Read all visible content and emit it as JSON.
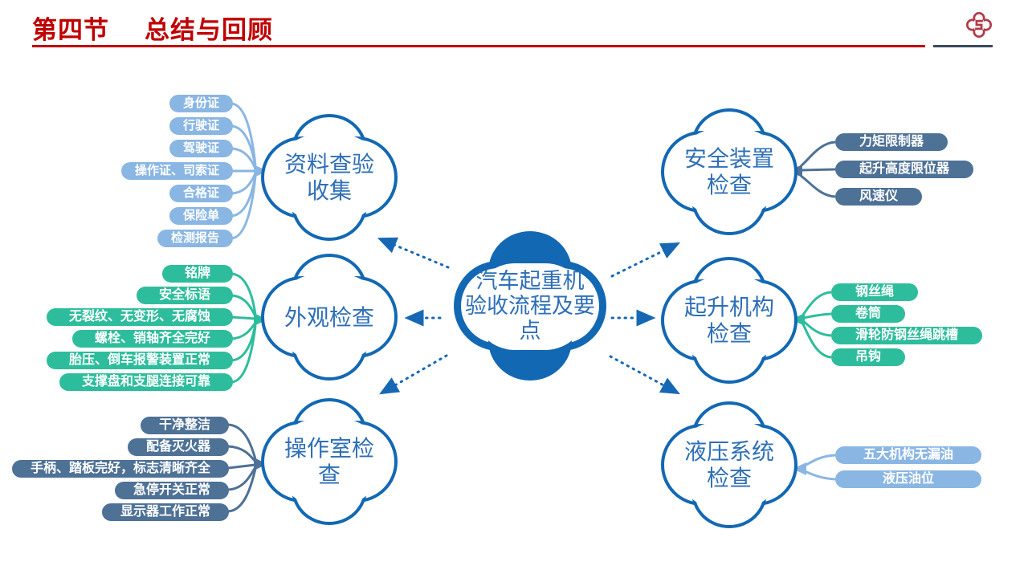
{
  "slide": {
    "section_label": "第四节",
    "title": "总结与回顾"
  },
  "logo": {
    "name": "four-petal-clover-logo"
  },
  "center_node": {
    "text": "汽车起重机验收流程及要点",
    "lines": [
      "汽车起重机",
      "验收流程及要",
      "点"
    ]
  },
  "branches": [
    {
      "label": "资料查验收集",
      "label_lines": [
        "资料查验",
        "收集"
      ],
      "items": [
        "身份证",
        "行驶证",
        "驾驶证",
        "操作证、司索证",
        "合格证",
        "保险单",
        "检测报告"
      ],
      "pill_color": "#8AB6E3"
    },
    {
      "label": "外观检查",
      "label_lines": [
        "外观检查"
      ],
      "items": [
        "铭牌",
        "安全标语",
        "无裂纹、无变形、无腐蚀",
        "螺栓、销轴齐全完好",
        "胎压、倒车报警装置正常",
        "支撑盘和支腿连接可靠"
      ],
      "pill_color": "#2EBD9C"
    },
    {
      "label": "操作室检查",
      "label_lines": [
        "操作室检",
        "查"
      ],
      "items": [
        "干净整洁",
        "配备灭火器",
        "手柄、踏板完好，标志清晰齐全",
        "急停开关正常",
        "显示器工作正常"
      ],
      "pill_color": "#4E7196"
    },
    {
      "label": "安全装置检查",
      "label_lines": [
        "安全装置",
        "检查"
      ],
      "items": [
        "力矩限制器",
        "起升高度限位器",
        "风速仪"
      ],
      "pill_color": "#4E7196"
    },
    {
      "label": "起升机构检查",
      "label_lines": [
        "起升机构",
        "检查"
      ],
      "items": [
        "钢丝绳",
        "卷筒",
        "滑轮防钢丝绳跳槽",
        "吊钩"
      ],
      "pill_color": "#2EBD9C"
    },
    {
      "label": "液压系统检查",
      "label_lines": [
        "液压系统",
        "检查"
      ],
      "items": [
        "五大机构无漏油",
        "液压油位"
      ],
      "pill_color": "#8AB6E3"
    }
  ],
  "colors": {
    "accent_red": "#C00000",
    "divider_dark": "#3B4A5F",
    "node_blue": "#1268B3",
    "node_text_blue": "#2E6FB7",
    "pill_light_blue": "#8AB6E3",
    "pill_green": "#2EBD9C",
    "pill_slate": "#4E7196",
    "arrow_blue": "#1668B5",
    "logo_red": "#B23A48"
  }
}
